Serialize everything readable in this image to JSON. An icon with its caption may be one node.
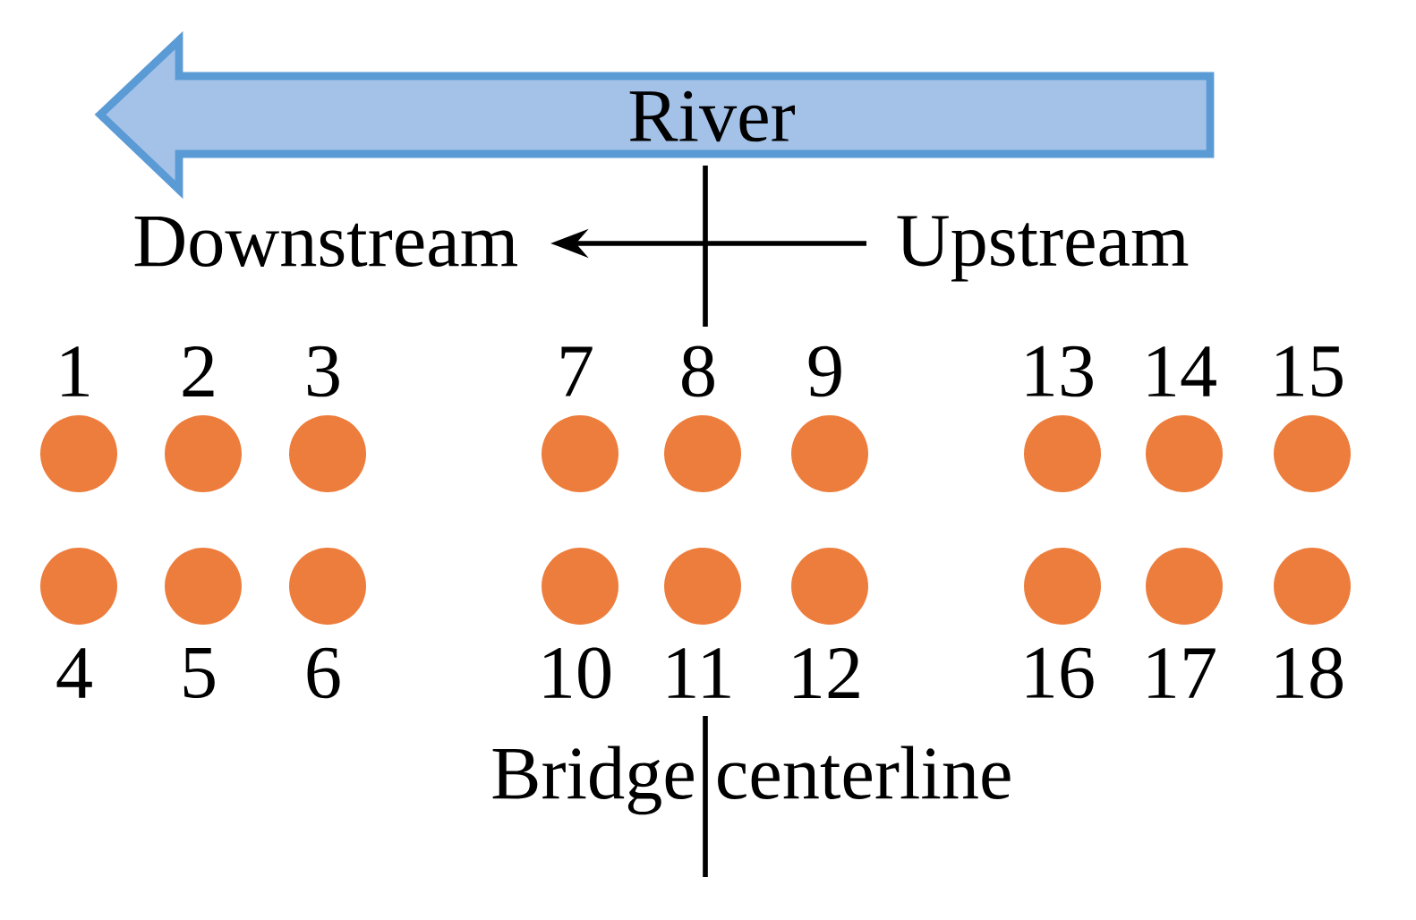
{
  "diagram": {
    "nodes": [
      {
        "text": [
          "River"
        ]
      },
      {
        "text": [],
        "shape": "circle",
        "beside": [
          "1"
        ]
      },
      {
        "text": [],
        "shape": "circle",
        "beside": [
          "2"
        ]
      },
      {
        "text": [],
        "shape": "circle",
        "beside": [
          "3"
        ]
      },
      {
        "text": [],
        "shape": "circle",
        "beside": [
          "7"
        ]
      },
      {
        "text": [],
        "shape": "circle",
        "beside": [
          "8"
        ]
      },
      {
        "text": [],
        "shape": "circle",
        "beside": [
          "9"
        ]
      },
      {
        "text": [],
        "shape": "circle",
        "beside": [
          "13"
        ]
      },
      {
        "text": [],
        "shape": "circle",
        "beside": [
          "14"
        ]
      },
      {
        "text": [],
        "shape": "circle",
        "beside": [
          "15"
        ]
      },
      {
        "text": [],
        "shape": "circle",
        "beside": [
          "4"
        ]
      },
      {
        "text": [],
        "shape": "circle",
        "beside": [
          "5"
        ]
      },
      {
        "text": [],
        "shape": "circle",
        "beside": [
          "6"
        ]
      },
      {
        "text": [],
        "shape": "circle",
        "beside": [
          "10"
        ]
      },
      {
        "text": [],
        "shape": "circle",
        "beside": [
          "11"
        ]
      },
      {
        "text": [],
        "shape": "circle",
        "beside": [
          "12"
        ]
      },
      {
        "text": [],
        "shape": "circle",
        "beside": [
          "16"
        ]
      },
      {
        "text": [],
        "shape": "circle",
        "beside": [
          "17"
        ]
      },
      {
        "text": [],
        "shape": "circle",
        "beside": [
          "18"
        ]
      }
    ],
    "labels": [
      "Downstream",
      "Upstream",
      "Bridge centerline"
    ]
  }
}
